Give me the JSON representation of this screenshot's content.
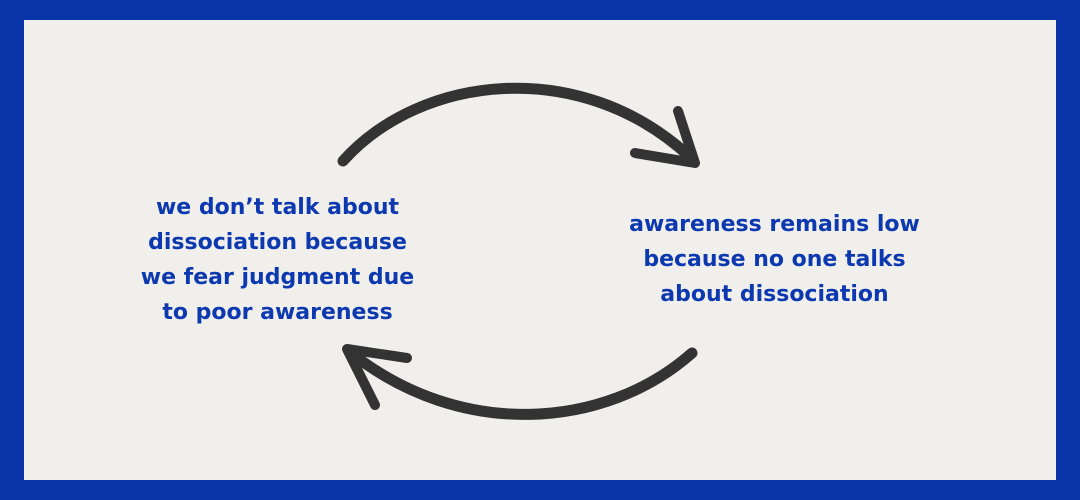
{
  "diagram": {
    "left_node": {
      "lines": [
        "we don’t talk about",
        "dissociation because",
        "we fear judgment due",
        "to poor awareness"
      ]
    },
    "right_node": {
      "lines": [
        "awareness remains low",
        "because no one talks",
        "about dissociation"
      ]
    },
    "colors": {
      "frame": "#0a35a8",
      "background": "#f1efeb",
      "text": "#0c39b0",
      "arrow": "#333333"
    },
    "icons": [
      "curved-arrow-top-icon",
      "curved-arrow-bottom-icon"
    ]
  }
}
